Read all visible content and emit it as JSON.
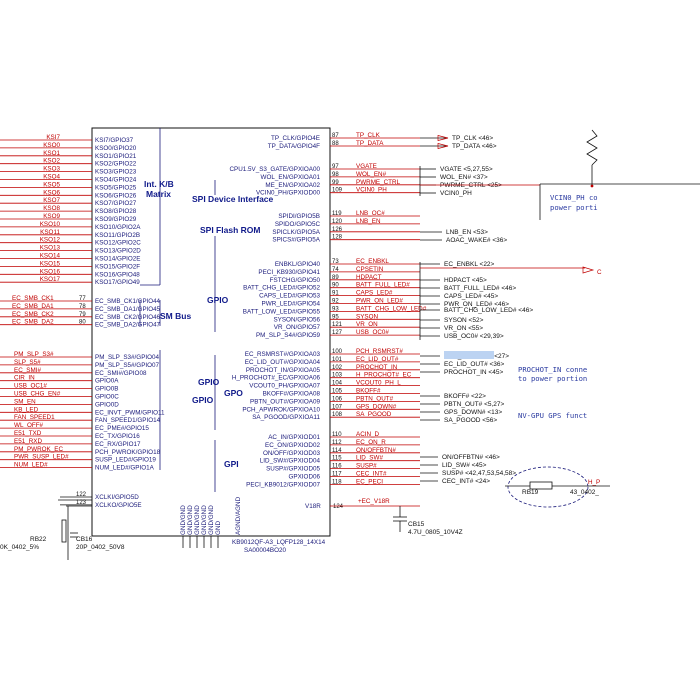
{
  "left_connector": {
    "signals": [
      "KSI7",
      "KSO0",
      "KSO1",
      "KSO2",
      "KSO3",
      "KSO4",
      "KSO5",
      "KSO6",
      "KSO7",
      "KSO8",
      "KSO9",
      "KSO10",
      "KSO11",
      "KSO12",
      "KSO13",
      "KSO14",
      "KSO15",
      "KSO16",
      "KSO17"
    ],
    "smbus": [
      "EC_SMB_CK1",
      "EC_SMB_DA1",
      "EC_SMB_CK2",
      "EC_SMB_DA2"
    ],
    "smbus_pins": [
      "77",
      "78",
      "79",
      "80"
    ],
    "misc": [
      "PM_SLP_S3#",
      "SLP_S5#",
      "EC_SMI#",
      "CIR_IN",
      "USB_OC1#",
      "USB_CHG_EN#",
      "SM_EN",
      "KB_LED",
      "FAN_SPEED1",
      "WL_OFF#",
      "E51_TXD",
      "E51_RXD",
      "PM_PWROK_EC",
      "PWR_SUSP_LED#",
      "NUM_LED#"
    ]
  },
  "ic": {
    "left_pins": [
      "KSI7/GPIO37",
      "KSO0/GPIO20",
      "KSO1/GPIO21",
      "KSO2/GPIO22",
      "KSO3/GPIO23",
      "KSO4/GPIO24",
      "KSO5/GPIO25",
      "KSO6/GPIO26",
      "KSO7/GPIO27",
      "KSO8/GPIO28",
      "KSO9/GPIO29",
      "KSO10/GPIO2A",
      "KSO11/GPIO2B",
      "KSO12/GPIO2C",
      "KSO13/GPIO2D",
      "KSO14/GPIO2E",
      "KSO15/GPIO2F",
      "KSO16/GPIO48",
      "KSO17/GPIO49"
    ],
    "smb_pins": [
      "EC_SMB_CK1/GPIO44",
      "EC_SMB_DA1/GPIO45",
      "EC_SMB_CK2/GPIO46",
      "EC_SMB_DA2/GPIO47"
    ],
    "gpio_left_pins": [
      "PM_SLP_S3#/GPIO04",
      "PM_SLP_S5#/GPIO07",
      "EC_SMI#/GPIO08",
      "GPIO0A",
      "GPIO0B",
      "GPIO0C",
      "GPIO0D",
      "EC_INVT_PWM/GPIO11",
      "FAN_SPEED1/GPIO14",
      "EC_PME#/GPIO15",
      "EC_TX/GPIO16",
      "EC_RX/GPIO17",
      "PCH_PWROK/GPIO18",
      "SUSP_LED#/GPIO19",
      "NUM_LED#/GPIO1A"
    ],
    "xcl_pins": [
      "XCLKI/GPIO5D",
      "XCLKO/GPIO5E"
    ],
    "xcl_nums": [
      "122",
      "123"
    ],
    "block_keyboard_line1": "Int. K/B",
    "block_keyboard_line2": "Matrix",
    "block_smbus": "SM Bus",
    "block_gpio_left": "GPIO",
    "block_spi_device": "SPI Device Interface",
    "block_spi_flash": "SPI Flash ROM",
    "block_gpio_mid": "GPIO",
    "block_gpo": "GPO",
    "block_gpio_mid2": "GPIO",
    "block_gpi": "GPI",
    "gnd_pins": [
      "GND/GND",
      "GND/GND",
      "GND/GND",
      "GND/GND",
      "GND/GND",
      "GND"
    ],
    "agnd": "AGND/AGND",
    "v18r": "V18R",
    "v18r_num": "124",
    "part": "KB9012QF-A3_LQFP128_14X14",
    "part_number": "SA00004BO20",
    "top_right_pins": [
      "TP_CLK/GPIO4E",
      "TP_DATA/GPIO4F"
    ],
    "top_right_nums": [
      "87",
      "88"
    ],
    "spi_dev_pins": [
      "CPU1.5V_S3_GATE/GPXIOA00",
      "WOL_EN/GPXIOA01",
      "ME_EN/GPXIOA02",
      "VCIN0_PH/GPXIOD00"
    ],
    "spi_dev_nums": [
      "97",
      "98",
      "99",
      "109"
    ],
    "spi_flash_pins": [
      "SPIDI/GPIO5B",
      "SPIDO/GPIO5C",
      "SPICLK/GPIO5A",
      "SPICS#/GPIO5A"
    ],
    "spi_flash_nums": [
      "119",
      "120",
      "126",
      "128"
    ],
    "gpio_mid_pins": [
      "ENBKL/GPIO40",
      "PECI_KB930/GPIO41",
      "FSTCHG/GPIO50",
      "BATT_CHG_LED#/GPIO52",
      "CAPS_LED#/GPIO53",
      "PWR_LED#/GPIO54",
      "BATT_LOW_LED#/GPIO55",
      "SYSON/GPIO56",
      "VR_ON/GPIO57",
      "PM_SLP_S4#/GPIO59"
    ],
    "gpio_mid_nums": [
      "73",
      "74",
      "89",
      "90",
      "91",
      "92",
      "93",
      "95",
      "121",
      "127"
    ],
    "gpo_pins": [
      "EC_RSMRST#/GPXIOA03",
      "EC_LID_OUT#/GPXIOA04",
      "PROCHOT_IN/GPXIOA05",
      "H_PROCHOT#_EC/GPXIOA06",
      "VCOUT0_PH/GPXIOA07",
      "BKOFF#/GPXIOA08",
      "PBTN_OUT#/GPXIOA09",
      "PCH_APWROK/GPXIOA10",
      "SA_PGOOD/GPXIOA11"
    ],
    "gpo_nums": [
      "100",
      "101",
      "102",
      "103",
      "104",
      "105",
      "106",
      "107",
      "108"
    ],
    "gpi_pins": [
      "AC_IN/GPXIOD01",
      "EC_ON/GPXIOD02",
      "ON/OFF/GPXIOD03",
      "LID_SW#/GPXIOD04",
      "SUSP#/GPXIOD05",
      "GPXIOD06",
      "PECI_KB9012/GPXIOD07"
    ],
    "gpi_nums": [
      "110",
      "112",
      "114",
      "115",
      "116",
      "117",
      "118"
    ]
  },
  "right_nets": {
    "top": [
      "TP_CLK",
      "TP_DATA"
    ],
    "top_labels": [
      "TP_CLK <46>",
      "TP_DATA <46>"
    ],
    "spi_dev": [
      "VGATE",
      "WOL_EN#",
      "PWRME_CTRL",
      "VCIN0_PH"
    ],
    "spi_dev_labels": [
      "VGATE <5,27,55>",
      "WOL_EN# <37>",
      "PWRME_CTRL <25>",
      "VCIN0_PH"
    ],
    "spi_flash": [
      "LNB_OC#",
      "LNB_EN"
    ],
    "spi_flash_labels": [
      "LNB_EN <53>",
      "AOAC_WAKE# <36>"
    ],
    "gpio_mid": [
      "EC_ENBKL",
      "CPSETIN",
      "HDPACT",
      "BATT_FULL_LED#",
      "CAPS_LED#",
      "PWR_ON_LED#",
      "BATT_CHG_LOW_LED#",
      "SYSON",
      "VR_ON",
      "USB_OC0#"
    ],
    "gpio_mid_labels": [
      "EC_ENBKL <22>",
      "HDPACT <45>",
      "BATT_FULL_LED# <46>",
      "CAPS_LED# <45>",
      "PWR_ON_LED# <46>",
      "BATT_CHG_LOW_LED# <46>",
      "SYSON <52>",
      "VR_ON <55>",
      "USB_OC0# <29,39>"
    ],
    "gpo": [
      "PCH_RSMRST#",
      "EC_LID_OUT#",
      "PROCHOT_IN",
      "H_PROCHOT#_EC",
      "VCOUT0_PH_L",
      "BKOFF#",
      "PBTN_OUT#",
      "GPS_DOWN#",
      "SA_PGOOD"
    ],
    "gpo_labels": [
      "PCH_RSMRST# <27>",
      "EC_LID_OUT# <36>",
      "PROCHOT_IN <45>",
      "BKOFF# <22>",
      "PBTN_OUT# <5,27>",
      "GPS_DOWN# <13>",
      "SA_PGOOD <56>"
    ],
    "gpi": [
      "ACIN_D",
      "EC_ON_R",
      "ON/OFFBTN#",
      "LID_SW#",
      "SUSP#",
      "CEC_INT#",
      "EC_PECI"
    ],
    "gpi_labels": [
      "ON/OFFBTN# <46>",
      "LID_SW# <45>",
      "SUSP# <42,47,53,54,58>",
      "CEC_INT# <24>"
    ],
    "ec_v18r": "+EC_V18R"
  },
  "notes": {
    "vcin": "VCIN0_PH co",
    "vcin2": "power porti",
    "prochot": "PROCHOT_IN conne",
    "prochot2": "to power portion",
    "gps": "NV-GPU GPS funct"
  },
  "components": {
    "cb15": "CB15",
    "cb15_val": "4.7U_0805_10V4Z",
    "cb16": "CB16",
    "cb16_val": "20P_0402_50V8",
    "rb22": "RB22",
    "rb22_val": "0K_0402_5%",
    "rb19": "RB19",
    "rb19_val": "43_0402_",
    "h_p": "H_P",
    "c_label": "C"
  },
  "colors": {
    "signal": "#c00000",
    "pin": "#1a1a7a",
    "highlight": "#bcd3f2"
  }
}
